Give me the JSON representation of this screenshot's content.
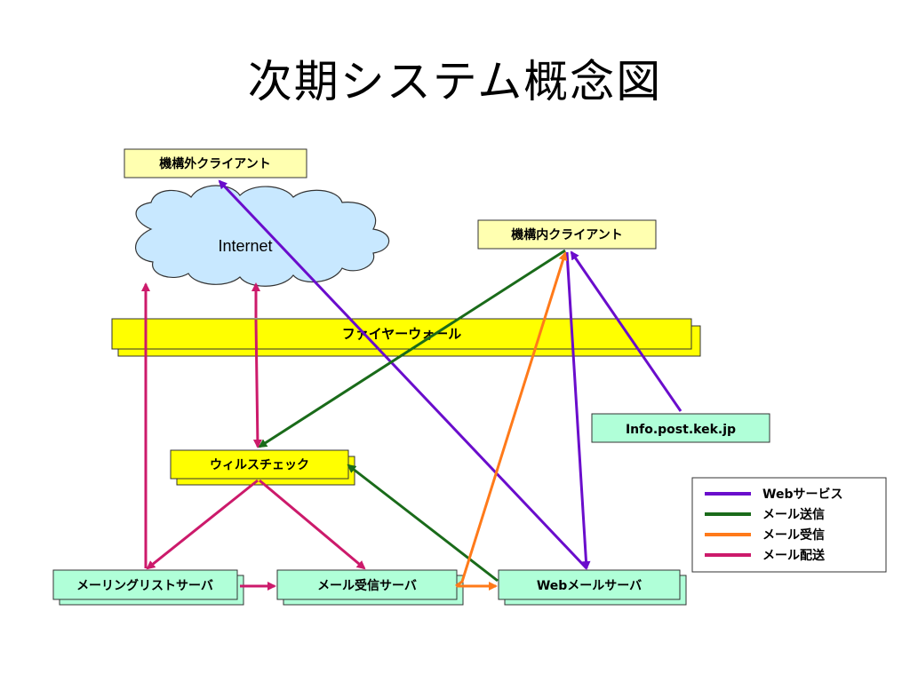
{
  "title": "次期システム概念図",
  "nodes": {
    "external_client": "機構外クライアント",
    "internet": "Internet",
    "internal_client": "機構内クライアント",
    "firewall": "ファイヤーウォール",
    "info_post": "Info.post.kek.jp",
    "virus_check": "ウィルスチェック",
    "mailing_list_server": "メーリングリストサーバ",
    "mail_receive_server": "メール受信サーバ",
    "web_mail_server": "Webメールサーバ"
  },
  "legend": [
    {
      "label": "Webサービス",
      "color": "#6a0dcc"
    },
    {
      "label": "メール送信",
      "color": "#1a6b1a"
    },
    {
      "label": "メール受信",
      "color": "#ff7a1a"
    },
    {
      "label": "メール配送",
      "color": "#cc1a6b"
    }
  ],
  "colors": {
    "client_box": "#ffffb0",
    "firewall": "#ffff00",
    "server_box": "#b0ffd8",
    "cloud": "#c8e8ff"
  }
}
